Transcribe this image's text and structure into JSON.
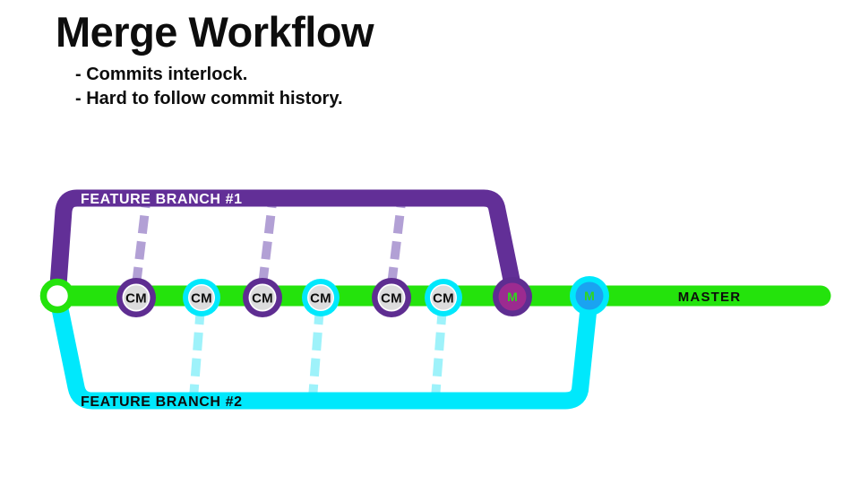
{
  "title": "Merge Workflow",
  "bullets": [
    "- Commits interlock.",
    "- Hard to follow commit history."
  ],
  "diagram": {
    "master": {
      "label": "MASTER"
    },
    "branch1": {
      "label": "FEATURE BRANCH #1"
    },
    "branch2": {
      "label": "FEATURE BRANCH #2"
    },
    "nodes": [
      {
        "type": "start",
        "label": "",
        "branch": "master"
      },
      {
        "type": "commit",
        "label": "CM",
        "branch": "feature-branch-1"
      },
      {
        "type": "commit",
        "label": "CM",
        "branch": "feature-branch-2"
      },
      {
        "type": "commit",
        "label": "CM",
        "branch": "feature-branch-1"
      },
      {
        "type": "commit",
        "label": "CM",
        "branch": "feature-branch-2"
      },
      {
        "type": "commit",
        "label": "CM",
        "branch": "feature-branch-1"
      },
      {
        "type": "commit",
        "label": "CM",
        "branch": "feature-branch-2"
      },
      {
        "type": "merge",
        "label": "M",
        "branch": "feature-branch-1"
      },
      {
        "type": "merge",
        "label": "M",
        "branch": "feature-branch-2"
      }
    ],
    "colors": {
      "master_green": "#24e30c",
      "branch_purple": "#622f97",
      "ring_purple": "#5e2d91",
      "dash_purple": "#b2a0d5",
      "branch_cyan": "#00e8fc",
      "dash_cyan": "#9ef2fa",
      "merge1_fill": "#9c2b90",
      "merge2_fill": "#1aa3f1",
      "commit_fill": "#dcdcdd",
      "merge_letter_green": "#2fd71d",
      "branch1_label_color": "#ffffff",
      "ink": "#0d0d0d"
    }
  }
}
